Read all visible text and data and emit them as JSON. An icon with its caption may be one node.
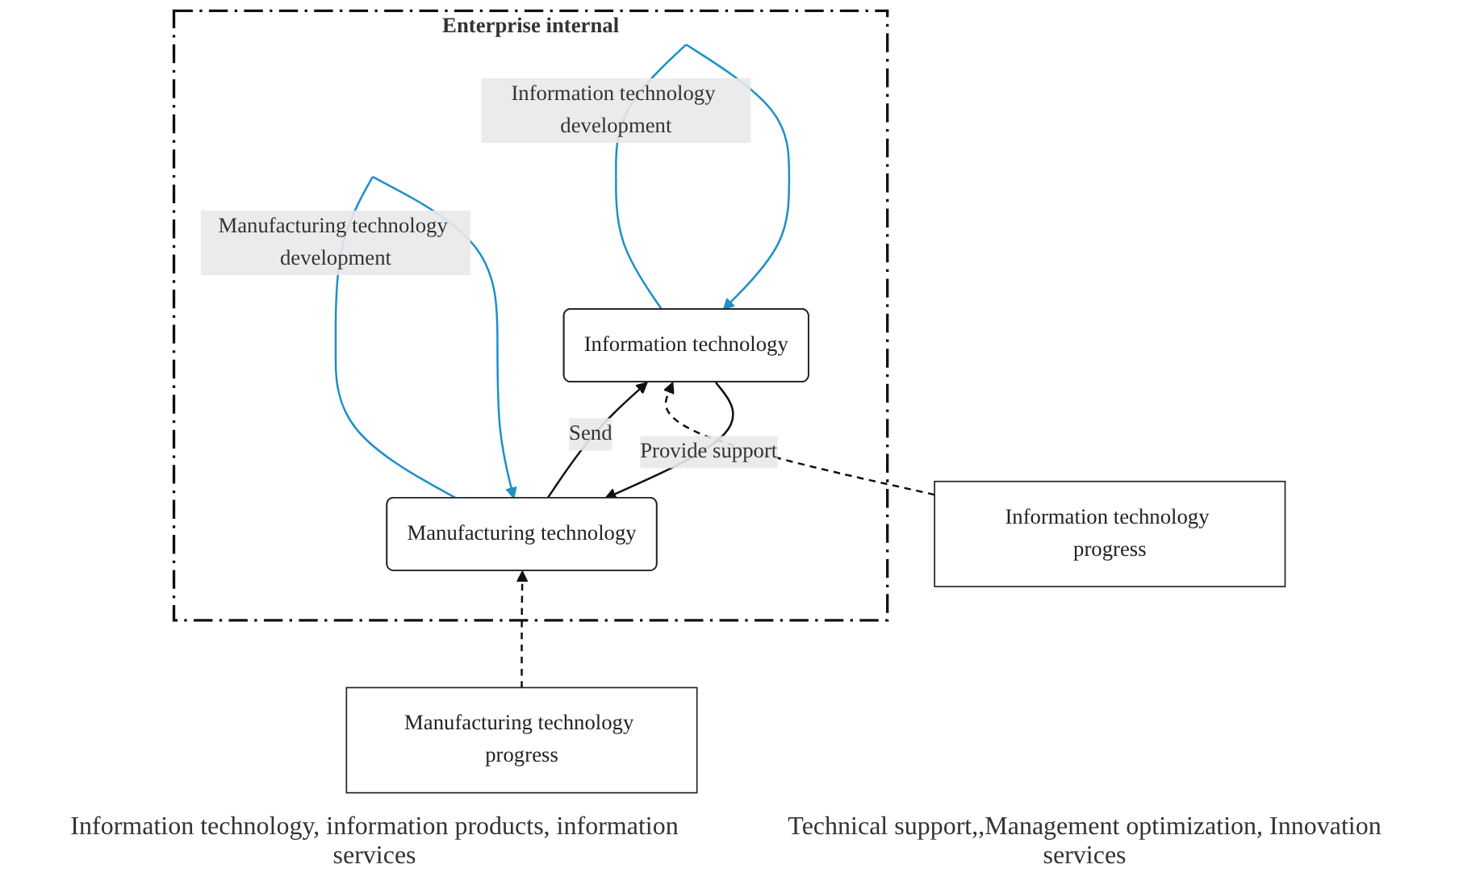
{
  "diagram": {
    "nodes": [
      {
        "text": [
          "Enterprise internal"
        ]
      },
      {
        "text": [
          "Manufacturing technology"
        ],
        "in": 0
      },
      {
        "text": [
          "Information technology"
        ],
        "in": 0
      },
      {
        "text": [
          "Manufacturing technology progress"
        ]
      },
      {
        "text": [
          "Information technology progress"
        ]
      }
    ],
    "edges": [
      {
        "from": 1,
        "to": 2,
        "arrow": "to",
        "label": "Send"
      },
      {
        "from": 2,
        "to": 1,
        "arrow": "to",
        "label": "Provide support"
      },
      {
        "from": 3,
        "to": 1,
        "arrow": "to",
        "style": "dashed"
      },
      {
        "from": 4,
        "to": 2,
        "arrow": "to",
        "style": "dashed"
      },
      {
        "from": 1,
        "to": 1,
        "arrow": "to",
        "color": "#1f8fc8",
        "label": "Manufacturing technology development"
      },
      {
        "from": 2,
        "to": 2,
        "arrow": "to",
        "color": "#1f8fc8",
        "label": "Information technology development"
      }
    ],
    "labels": [
      "Information technology, information products, information services",
      "Technical support,,Management optimization, Innovation services"
    ]
  }
}
